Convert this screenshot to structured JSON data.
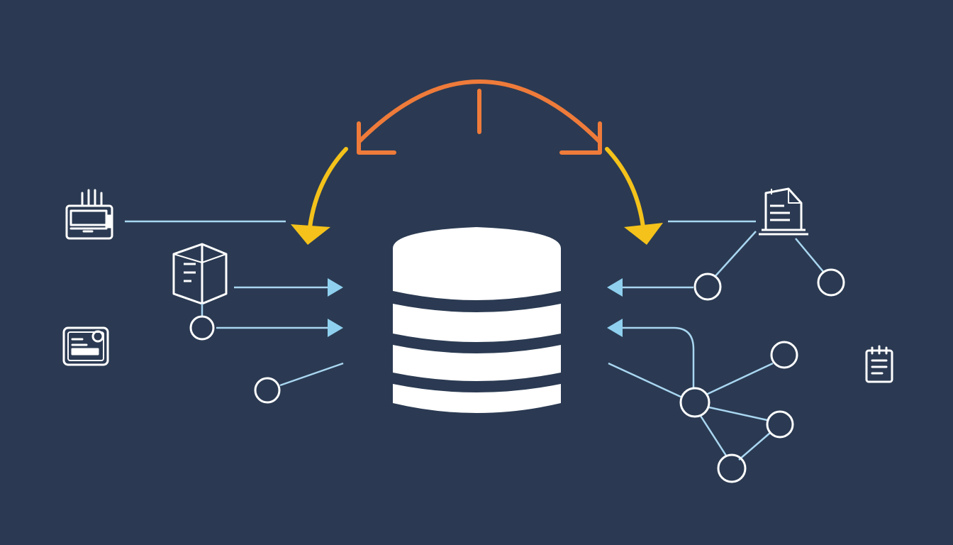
{
  "colors": {
    "background": "#2b3a52",
    "white": "#ffffff",
    "connector": "#a9d6f1",
    "arrow_blue": "#8fd0ef",
    "sync_orange": "#ef7b3a",
    "sync_yellow": "#f4c21a"
  },
  "diagram": {
    "central_node": {
      "icon": "database-icon"
    },
    "sync_arc": {
      "icon": "sync-cycle-arrows",
      "colors": [
        "orange",
        "yellow"
      ]
    },
    "left_sources": [
      "server-icon",
      "box-document-icon",
      "id-card-icon",
      "node-circle-icon"
    ],
    "right_sources": [
      "document-stack-icon",
      "network-graph-icon",
      "clipboard-list-icon"
    ]
  }
}
